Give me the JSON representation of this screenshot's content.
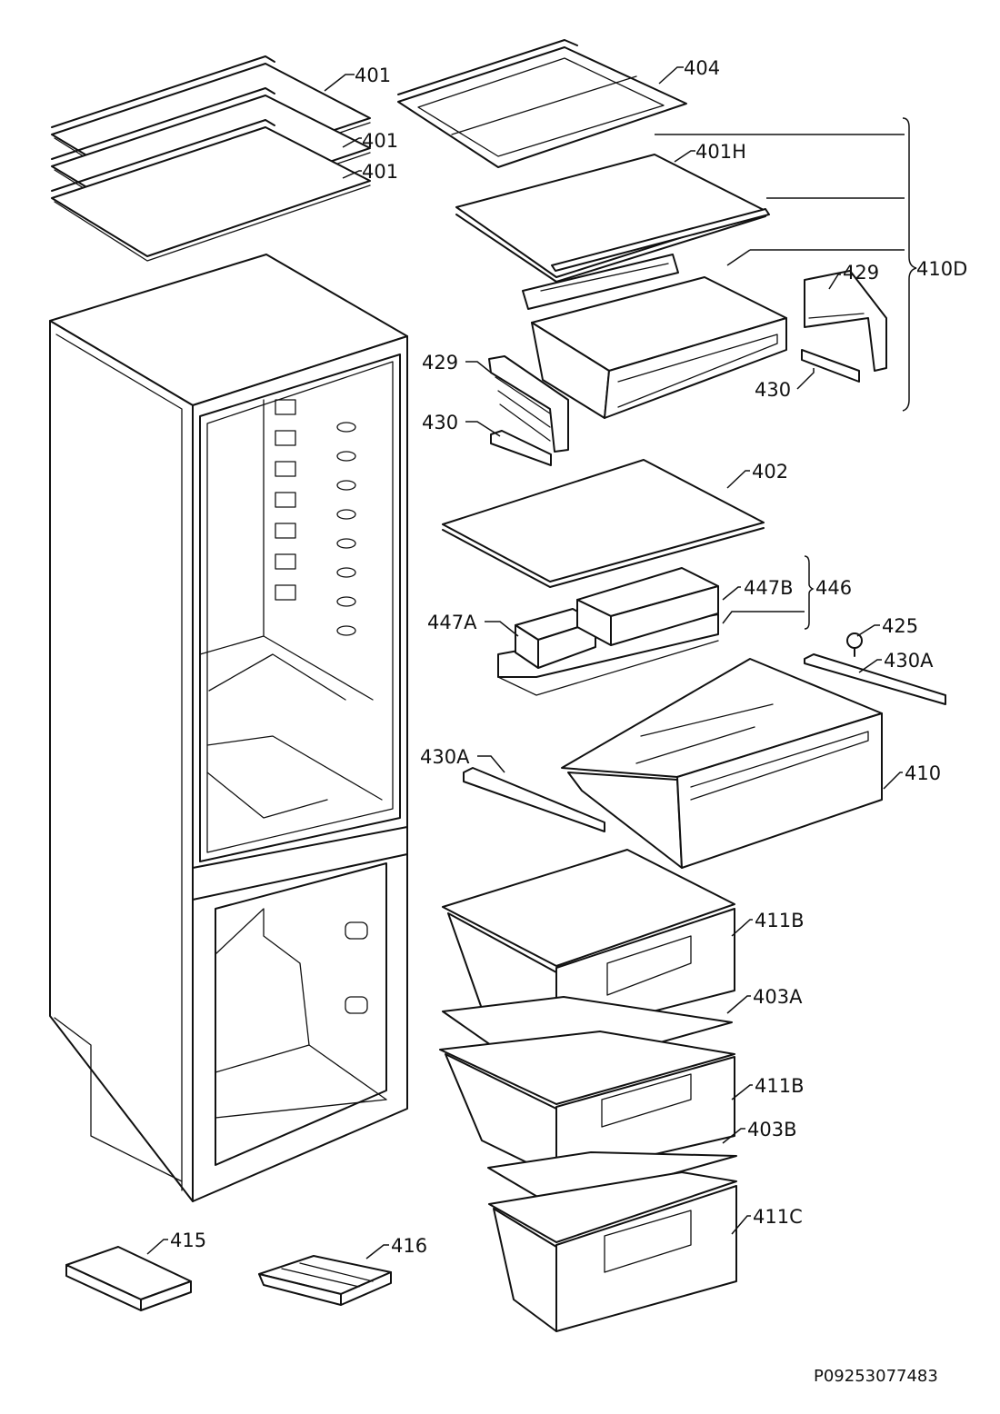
{
  "diagram": {
    "document_code": "P09253077483",
    "labels": {
      "l401a": "401",
      "l401b": "401",
      "l401c": "401",
      "l404": "404",
      "l401H": "401H",
      "l410D": "410D",
      "l429a": "429",
      "l429b": "429",
      "l430a": "430",
      "l430b": "430",
      "l402": "402",
      "l446": "446",
      "l447A": "447A",
      "l447B": "447B",
      "l425": "425",
      "l430Aa": "430A",
      "l430Ab": "430A",
      "l410": "410",
      "l411Ba": "411B",
      "l411Bb": "411B",
      "l411C": "411C",
      "l403A": "403A",
      "l403B": "403B",
      "l415": "415",
      "l416": "416"
    }
  }
}
